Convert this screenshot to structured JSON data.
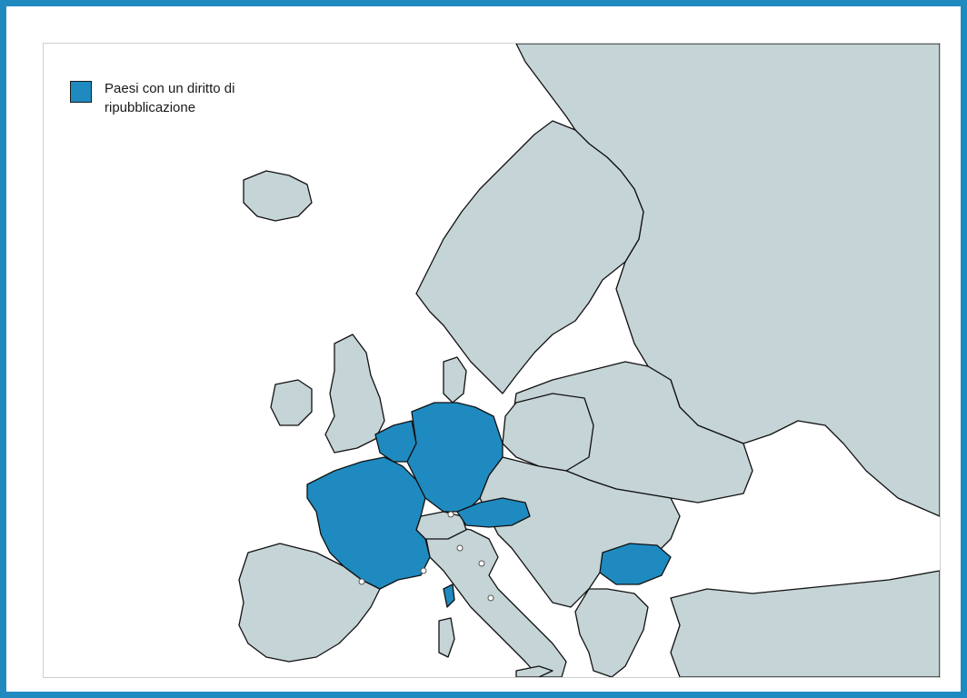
{
  "legend": {
    "label": "Paesi con un diritto di ripubblicazione",
    "color": "#1f8ac0"
  },
  "colors": {
    "frame": "#1f8ac0",
    "land": "#c5d4d6",
    "highlight": "#1f8ac0",
    "border": "#111111",
    "water": "#ffffff"
  },
  "highlighted_countries": [
    "France",
    "Netherlands",
    "Belgium",
    "Germany",
    "Austria",
    "Bulgaria",
    "Corsica"
  ]
}
